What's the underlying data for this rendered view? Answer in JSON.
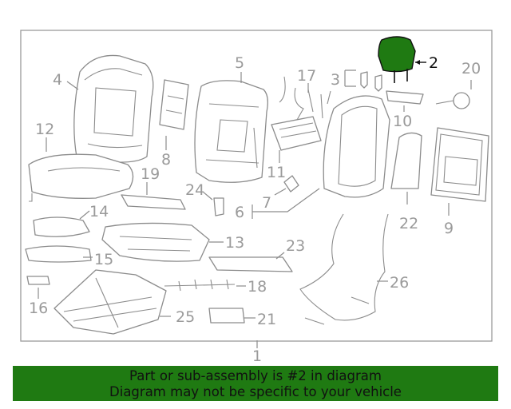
{
  "diagram": {
    "callouts": [
      "1",
      "2",
      "3",
      "4",
      "5",
      "6",
      "7",
      "8",
      "9",
      "10",
      "11",
      "12",
      "13",
      "14",
      "15",
      "16",
      "17",
      "18",
      "19",
      "20",
      "21",
      "22",
      "23",
      "24",
      "25",
      "26"
    ],
    "highlighted_part": "2"
  },
  "banner": {
    "line1": "Part or sub-assembly is #2 in diagram",
    "line2": "Diagram may not be specific to your vehicle"
  },
  "colors": {
    "highlight": "#1f7a12",
    "banner_bg": "#1f7a12",
    "line": "#8c8c8c",
    "label": "#9a9a9a",
    "text": "#111111"
  }
}
